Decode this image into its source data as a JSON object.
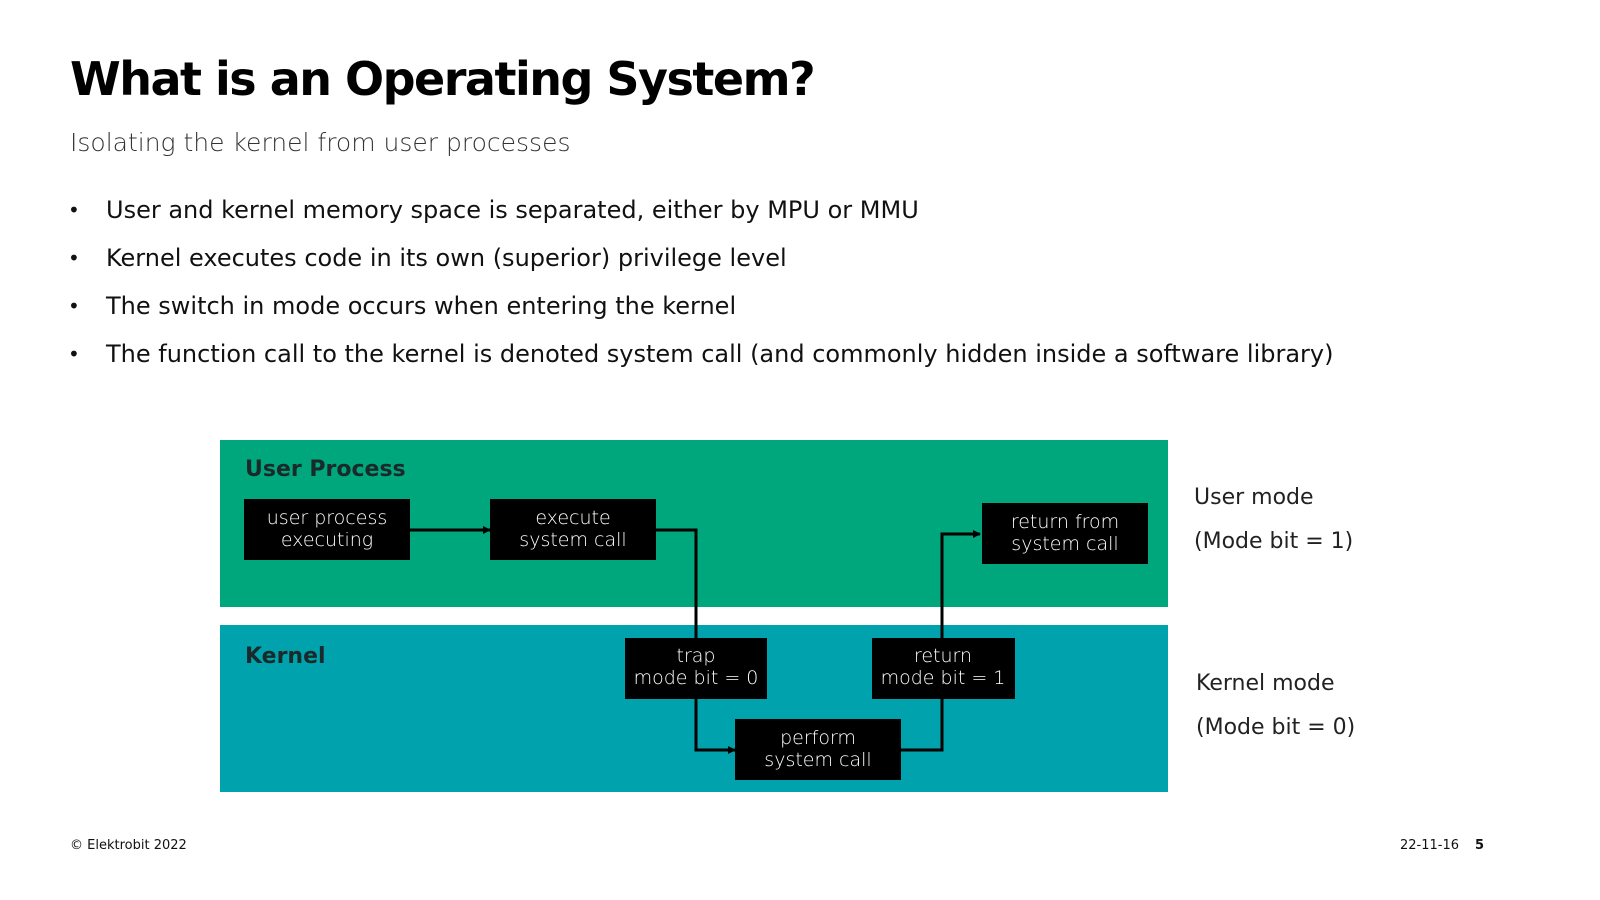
{
  "slide": {
    "title": "What is an Operating System?",
    "subtitle": "Isolating the kernel from user processes",
    "bullets": [
      "User and kernel memory space is separated, either by MPU or MMU",
      "Kernel executes code in its own (superior) privilege level",
      "The switch in mode occurs when entering the kernel",
      "The function call to the kernel is denoted system call (and commonly hidden inside a software library)"
    ]
  },
  "diagram": {
    "user_panel": {
      "label": "User Process",
      "color": "#00a77d"
    },
    "kernel_panel": {
      "label": "Kernel",
      "color": "#00a3ad"
    },
    "boxes": {
      "user_exec": {
        "line1": "user process",
        "line2": "executing"
      },
      "exec_call": {
        "line1": "execute",
        "line2": "system call"
      },
      "return_from": {
        "line1": "return from",
        "line2": "system call"
      },
      "trap": {
        "line1": "trap",
        "line2": "mode bit = 0"
      },
      "return_mode": {
        "line1": "return",
        "line2": "mode bit = 1"
      },
      "perform": {
        "line1": "perform",
        "line2": "system call"
      }
    },
    "user_mode": {
      "line1": "User mode",
      "line2": "(Mode bit = 1)"
    },
    "kernel_mode": {
      "line1": "Kernel mode",
      "line2": "(Mode bit = 0)"
    }
  },
  "footer": {
    "copyright": "© Elektrobit 2022",
    "date": "22-11-16",
    "page": "5"
  }
}
